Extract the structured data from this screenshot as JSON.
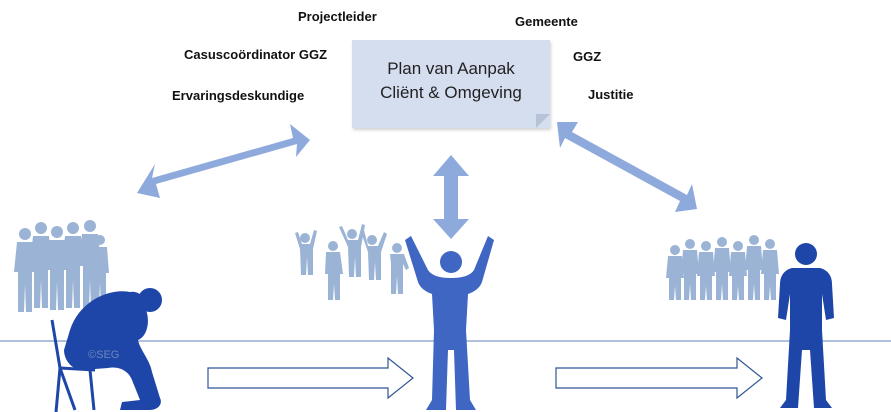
{
  "roles": {
    "projectleider": "Projectleider",
    "gemeente": "Gemeente",
    "casuscoordinator": "Casuscoördinator GGZ",
    "ggz": "GGZ",
    "ervaringsdeskundige": "Ervaringsdeskundige",
    "justitie": "Justitie"
  },
  "plan": {
    "line1": "Plan van Aanpak",
    "line2": "Cliënt & Omgeving"
  },
  "watermark": "©SEG",
  "colors": {
    "arrow": "#8ea9db",
    "figure_dark": "#1e46a8",
    "figure_mid": "#3f66c2",
    "crowd": "#9bb4d6",
    "note": "#d5deef",
    "line": "#7f9cc6"
  }
}
